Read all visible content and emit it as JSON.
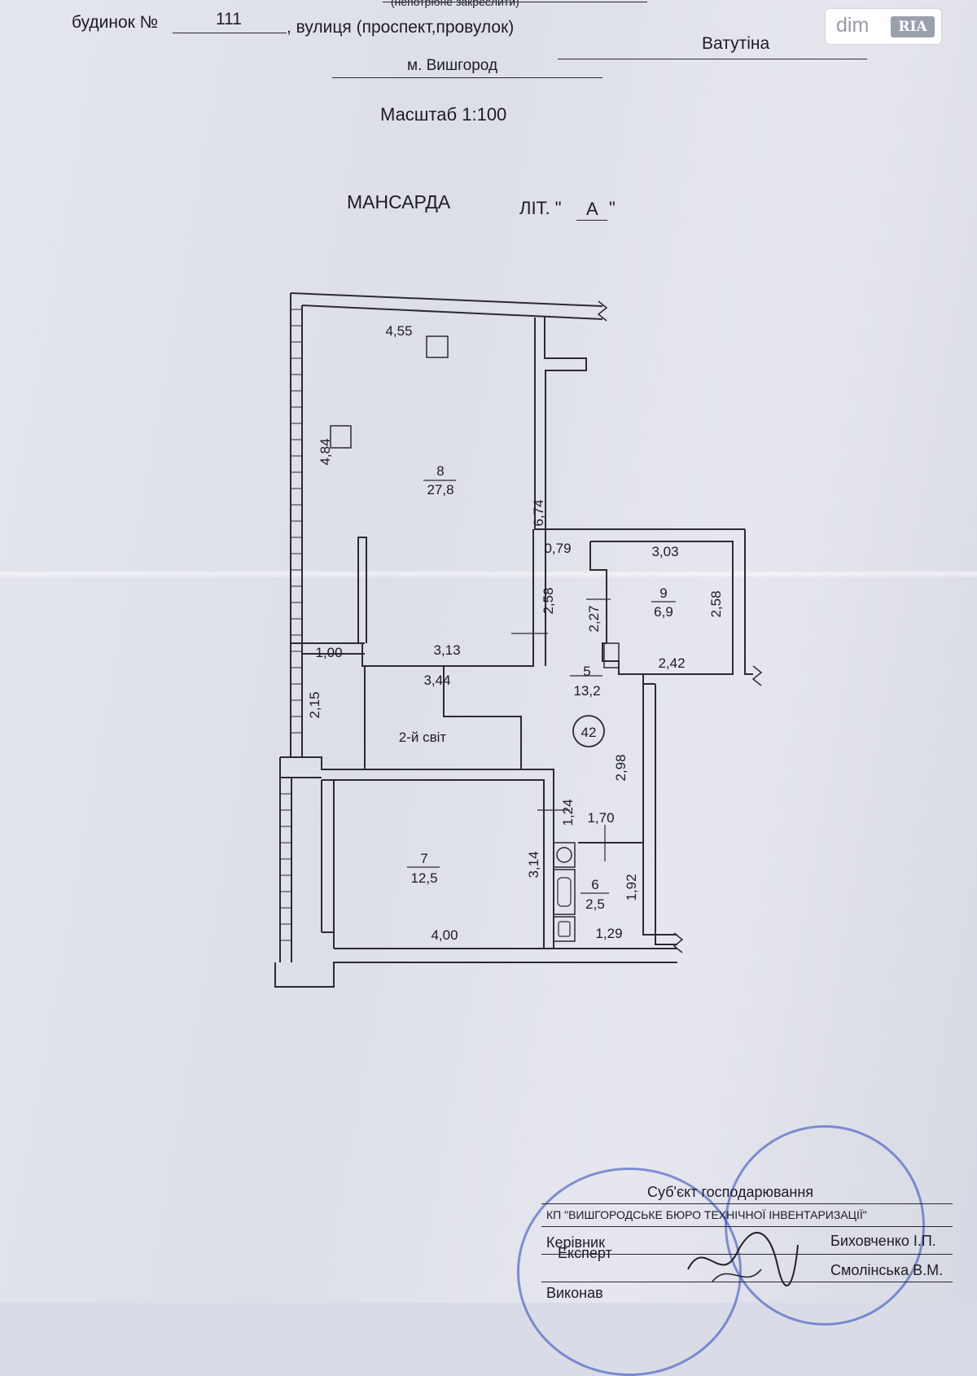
{
  "header": {
    "top_note": "(непотрібне закреслити)",
    "house_label": "будинок №",
    "house_number": "111",
    "street_label": ", вулиця (проспект,провулок)",
    "street_name": "Ватутіна",
    "city": "м. Вишгород",
    "scale": "Масштаб 1:100",
    "floor_title": "МАНСАРДА",
    "letter_label": "ЛІТ. \"",
    "letter_value": "А",
    "letter_close": "\""
  },
  "logo": {
    "dim": "dim",
    "ria": "RIA"
  },
  "rooms": {
    "r8": {
      "number": "8",
      "area": "27,8"
    },
    "r9": {
      "number": "9",
      "area": "6,9"
    },
    "r5": {
      "number": "5",
      "area": "13,2"
    },
    "r7": {
      "number": "7",
      "area": "12,5"
    },
    "r6": {
      "number": "6",
      "area": "2,5"
    },
    "second_light": "2-й світ",
    "apartment_number": "42"
  },
  "dimensions": {
    "d455": "4,55",
    "d484": "4,84",
    "d674": "6,74",
    "d079": "0,79",
    "d303": "3,03",
    "d258a": "2,58",
    "d227": "2,27",
    "d258b": "2,58",
    "d100": "1,00",
    "d313": "3,13",
    "d242": "2,42",
    "d344": "3,44",
    "d215": "2,15",
    "d298": "2,98",
    "d124": "1,24",
    "d170": "1,70",
    "d314": "3,14",
    "d192": "1,92",
    "d400": "4,00",
    "d129": "1,29"
  },
  "stamp": {
    "subject": "Суб'єкт господарювання",
    "org": "КП \"ВИШГОРОДСЬКЕ БЮРО ТЕХНІЧНОЇ ІНВЕНТАРИЗАЦІЇ\"",
    "head_label": "Керівник",
    "head_name": "Биховченко І.П.",
    "exec_label": "Виконав",
    "exec_name": "Смолінська В.М.",
    "expert": "Експерт"
  }
}
